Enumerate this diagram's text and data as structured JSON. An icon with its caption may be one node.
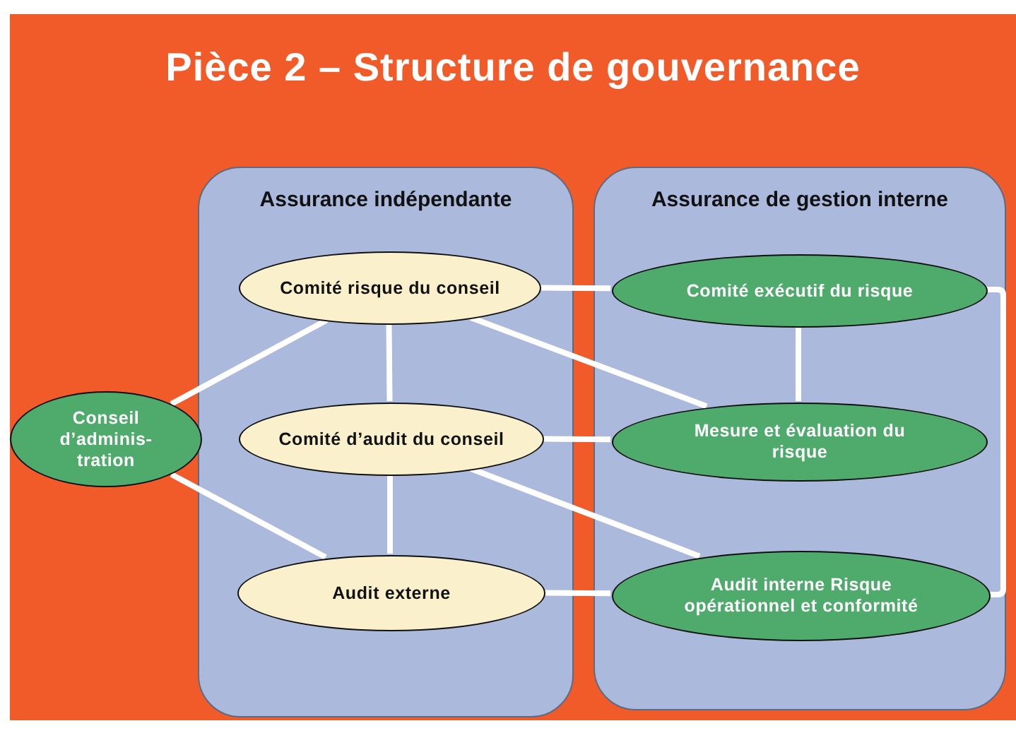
{
  "diagram": {
    "title": "Pièce 2 – Structure de gouvernance",
    "nodes": [
      {
        "text": [
          "Assurance indépendante"
        ]
      },
      {
        "text": [
          "Assurance de gestion interne"
        ]
      },
      {
        "text": [
          "Conseil d’adminis- tration"
        ]
      },
      {
        "text": [
          "Comité risque du conseil"
        ],
        "in": 0
      },
      {
        "text": [
          "Comité d’audit du conseil"
        ],
        "in": 0
      },
      {
        "text": [
          "Audit externe"
        ],
        "in": 0
      },
      {
        "text": [
          "Comité exécutif du risque"
        ],
        "in": 1
      },
      {
        "text": [
          "Mesure et évaluation du risque"
        ],
        "in": 1
      },
      {
        "text": [
          "Audit interne Risque opérationnel et conformité"
        ],
        "in": 1
      }
    ],
    "edges": [
      {
        "from": 2,
        "to": 3,
        "arrow": "none"
      },
      {
        "from": 2,
        "to": 5,
        "arrow": "none"
      },
      {
        "from": 3,
        "to": 4,
        "arrow": "none"
      },
      {
        "from": 4,
        "to": 5,
        "arrow": "none"
      },
      {
        "from": 3,
        "to": 6,
        "arrow": "none"
      },
      {
        "from": 3,
        "to": 7,
        "arrow": "none"
      },
      {
        "from": 4,
        "to": 7,
        "arrow": "none"
      },
      {
        "from": 4,
        "to": 8,
        "arrow": "none"
      },
      {
        "from": 5,
        "to": 8,
        "arrow": "none"
      },
      {
        "from": 6,
        "to": 7,
        "arrow": "none"
      },
      {
        "from": 6,
        "to": 8,
        "arrow": "none"
      }
    ]
  }
}
